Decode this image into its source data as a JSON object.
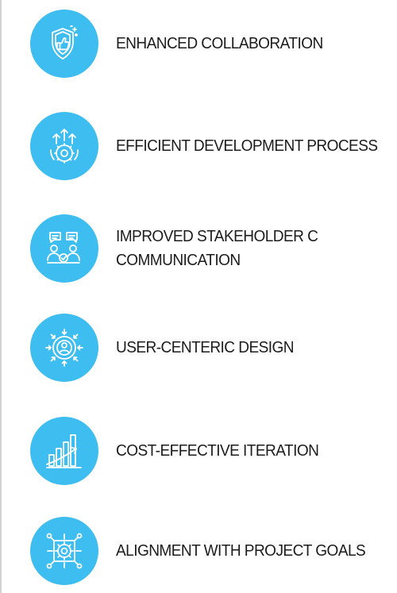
{
  "benefits": [
    {
      "icon": "shield-thumbs-up-icon",
      "label": "ENHANCED COLLABORATION"
    },
    {
      "icon": "gear-growth-arrows-icon",
      "label": "EFFICIENT DEVELOPMENT PROCESS"
    },
    {
      "icon": "stakeholder-chat-icon",
      "label": "IMPROVED STAKEHOLDER C\nCOMMUNICATION"
    },
    {
      "icon": "user-centric-target-icon",
      "label": "USER-CENTERIC DESIGN"
    },
    {
      "icon": "bar-chart-growth-icon",
      "label": "COST-EFFECTIVE ITERATION"
    },
    {
      "icon": "gear-network-icon",
      "label": "ALIGNMENT WITH PROJECT GOALS"
    }
  ],
  "colors": {
    "icon_circle": "#3dbdf0",
    "icon_stroke": "#ffffff",
    "text": "#1c1c1c"
  }
}
